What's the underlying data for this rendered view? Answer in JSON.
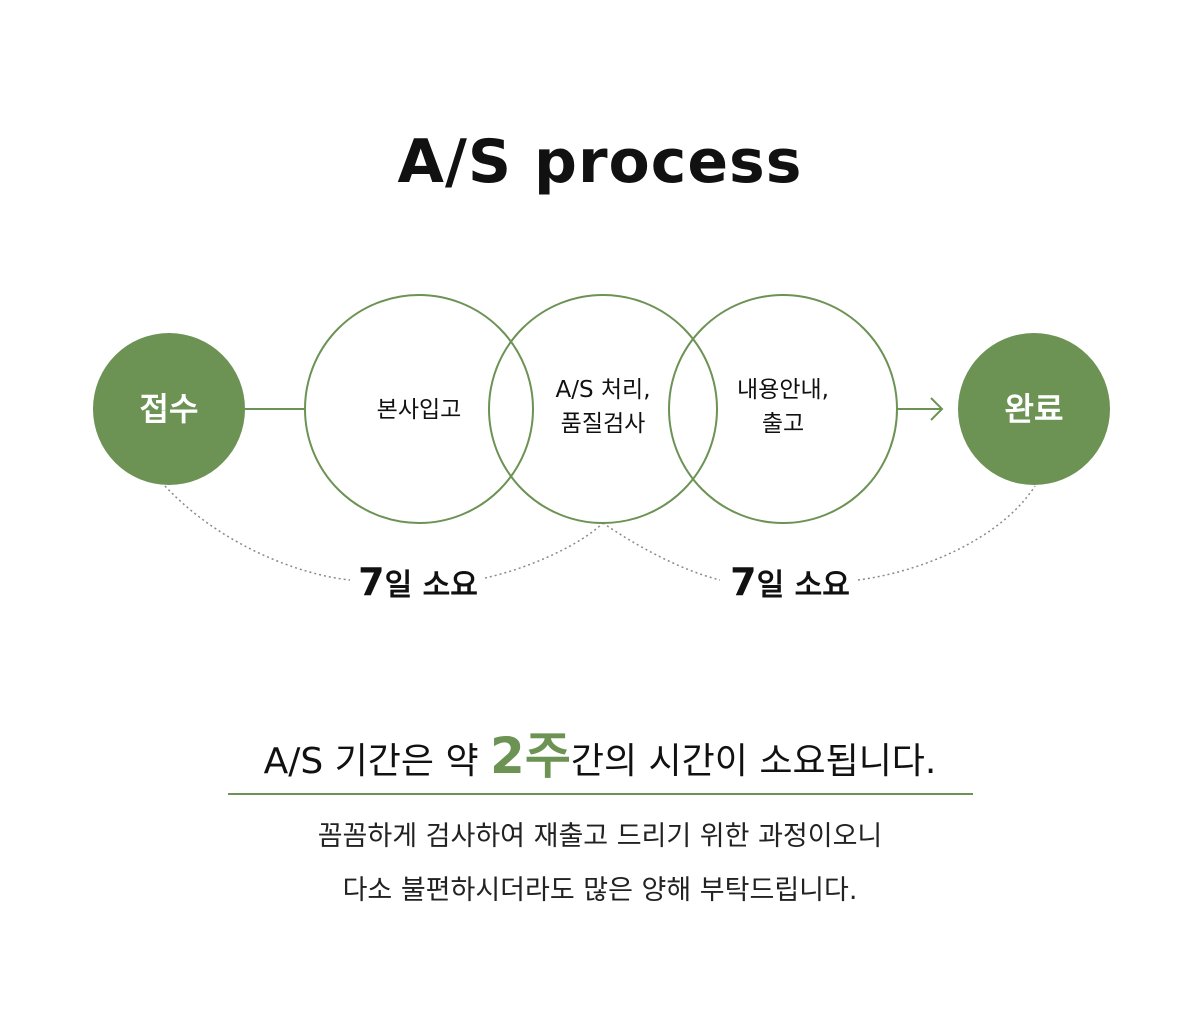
{
  "title": "A/S process",
  "colors": {
    "accent": "#6c9254",
    "circle_outline": "#6c9254",
    "dotted": "#8a8a8a"
  },
  "start_node": "접수",
  "end_node": "완료",
  "steps": [
    {
      "line1": "본사입고",
      "line2": ""
    },
    {
      "line1": "A/S 처리,",
      "line2": "품질검사"
    },
    {
      "line1": "내용안내,",
      "line2": "출고"
    }
  ],
  "durations": [
    {
      "number": "7",
      "text": "일 소요"
    },
    {
      "number": "7",
      "text": "일 소요"
    }
  ],
  "summary": {
    "before": "A/S 기간은 약 ",
    "highlight": "2주",
    "after": "간의 시간이 소요됩니다."
  },
  "description": {
    "line1": "꼼꼼하게 검사하여 재출고 드리기 위한 과정이오니",
    "line2": "다소 불편하시더라도 많은 양해 부탁드립니다."
  }
}
